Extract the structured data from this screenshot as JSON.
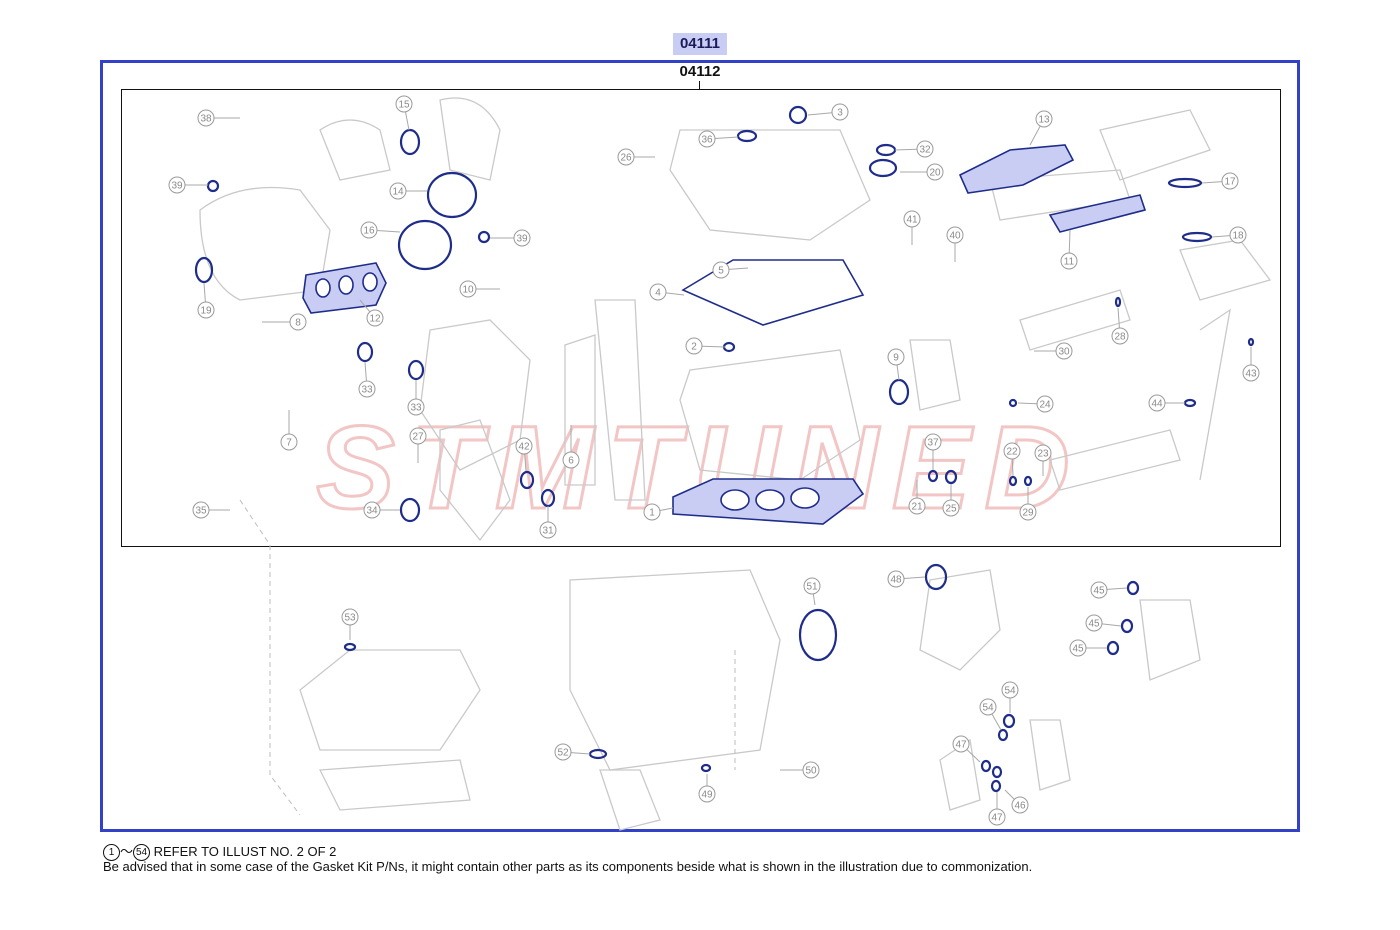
{
  "codes": {
    "outer": "04111",
    "inner": "04112"
  },
  "watermark": "STMTUNED",
  "callouts": [
    {
      "num": "1"
    },
    {
      "num": "2"
    },
    {
      "num": "3"
    },
    {
      "num": "4"
    },
    {
      "num": "5"
    },
    {
      "num": "6"
    },
    {
      "num": "7"
    },
    {
      "num": "8"
    },
    {
      "num": "9"
    },
    {
      "num": "10"
    },
    {
      "num": "11"
    },
    {
      "num": "12"
    },
    {
      "num": "13"
    },
    {
      "num": "14"
    },
    {
      "num": "15"
    },
    {
      "num": "16"
    },
    {
      "num": "17"
    },
    {
      "num": "18"
    },
    {
      "num": "19"
    },
    {
      "num": "20"
    },
    {
      "num": "21"
    },
    {
      "num": "22"
    },
    {
      "num": "23"
    },
    {
      "num": "24"
    },
    {
      "num": "25"
    },
    {
      "num": "26"
    },
    {
      "num": "27"
    },
    {
      "num": "28"
    },
    {
      "num": "29"
    },
    {
      "num": "30"
    },
    {
      "num": "31"
    },
    {
      "num": "32"
    },
    {
      "num": "33"
    },
    {
      "num": "33"
    },
    {
      "num": "34"
    },
    {
      "num": "35"
    },
    {
      "num": "36"
    },
    {
      "num": "37"
    },
    {
      "num": "38"
    },
    {
      "num": "39"
    },
    {
      "num": "39"
    },
    {
      "num": "40"
    },
    {
      "num": "41"
    },
    {
      "num": "42"
    },
    {
      "num": "43"
    },
    {
      "num": "44"
    },
    {
      "num": "45"
    },
    {
      "num": "45"
    },
    {
      "num": "45"
    },
    {
      "num": "46"
    },
    {
      "num": "47"
    },
    {
      "num": "47"
    },
    {
      "num": "48"
    },
    {
      "num": "49"
    },
    {
      "num": "50"
    },
    {
      "num": "51"
    },
    {
      "num": "52"
    },
    {
      "num": "53"
    },
    {
      "num": "54"
    },
    {
      "num": "54"
    }
  ],
  "notes": {
    "range_start": "1",
    "range_sep": "～",
    "range_end": "54",
    "refer_text": " REFER TO ILLUST NO. 2 OF 2",
    "advisory": "Be advised that in some case of the Gasket Kit P/Ns,  it might contain other parts as its components beside what is shown in the illustration due to commonization."
  },
  "colors": {
    "frame": "#3340c8",
    "highlight": "#c9cdf4",
    "part": "#2a3fb0",
    "ghost": "#c4c4c4"
  }
}
